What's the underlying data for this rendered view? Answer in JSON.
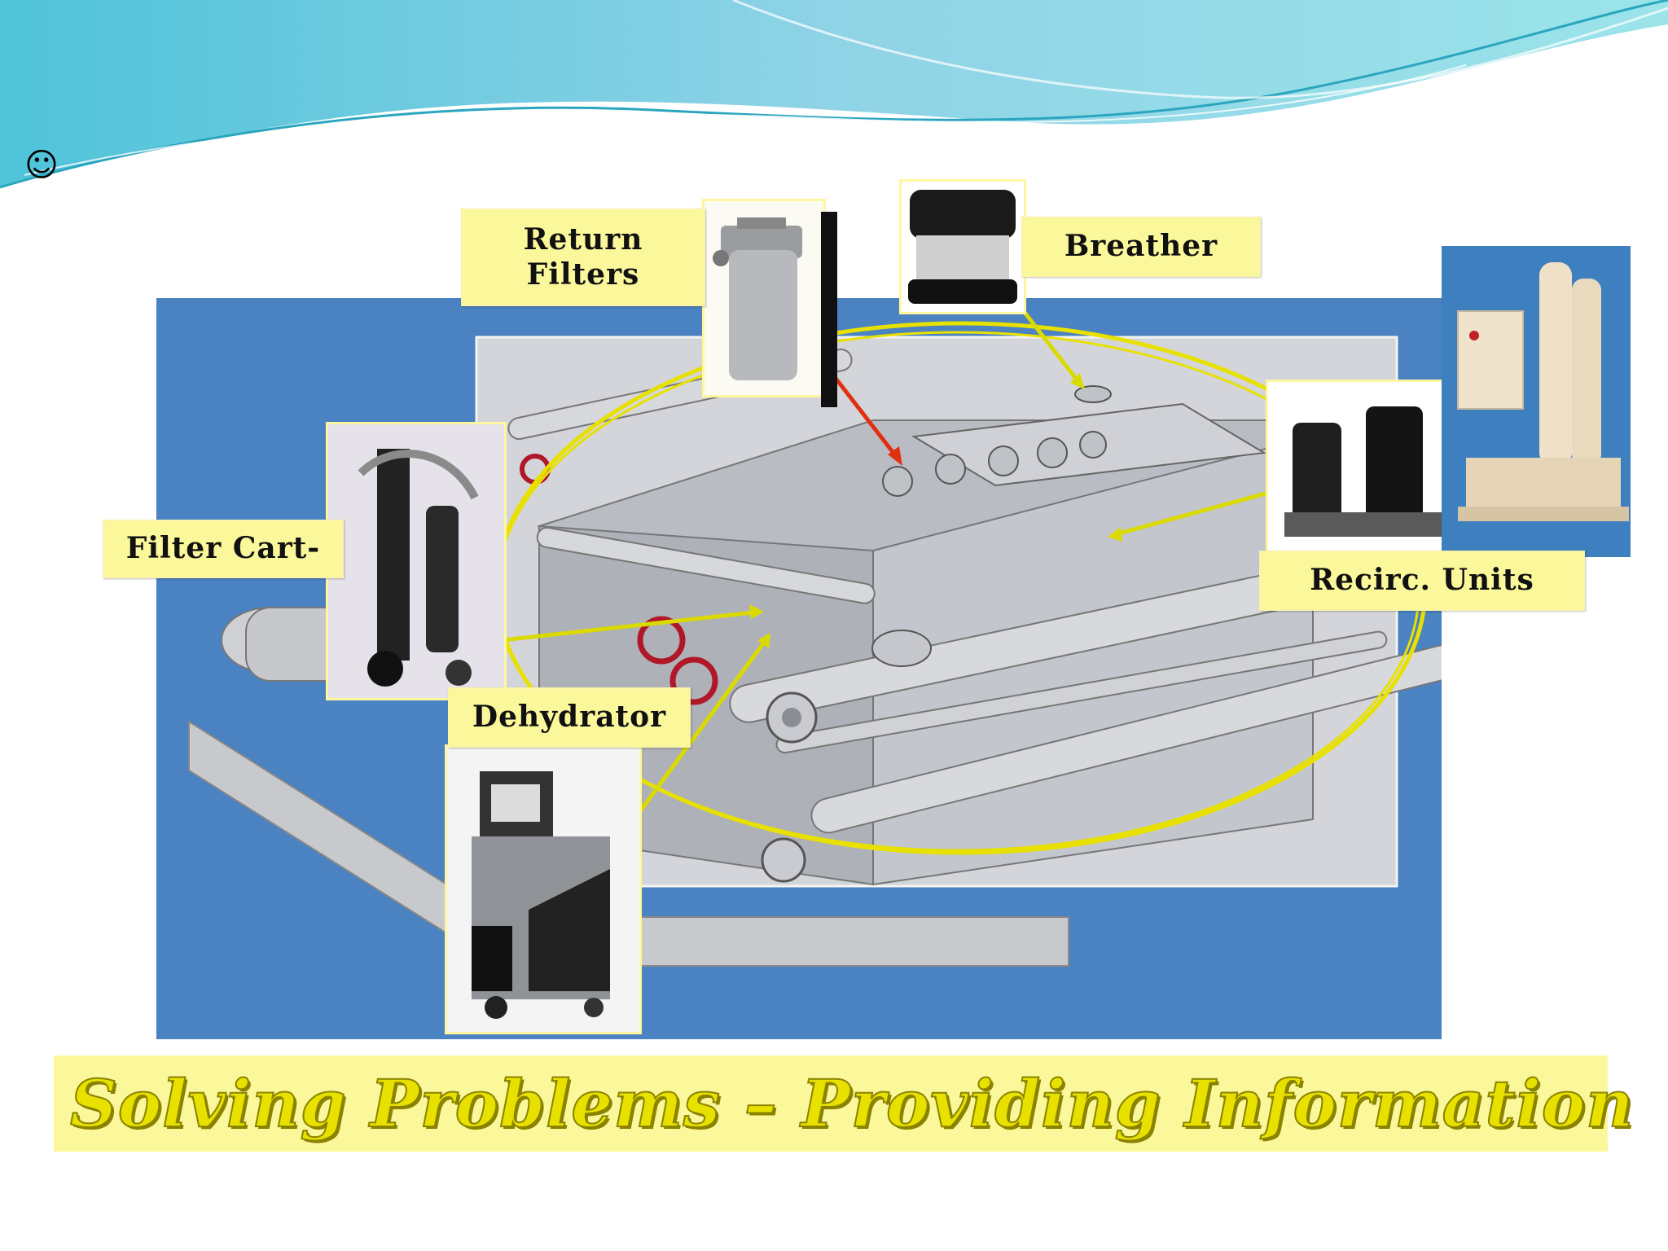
{
  "header": {
    "emoji": "☺"
  },
  "labels": {
    "return_filters": "Return\nFilters",
    "breather": "Breather",
    "filter_cart": "Filter Cart-",
    "recirc_units": "Recirc. Units",
    "dehydrator": "Dehydrator"
  },
  "title": "Solving Problems – Providing Information",
  "colors": {
    "accent_blue": "#4a82c2",
    "label_yellow": "#fbf79b",
    "ellipse_yellow": "#e8e100",
    "arrow_red": "#e03010",
    "title_text": "#e8e100"
  }
}
